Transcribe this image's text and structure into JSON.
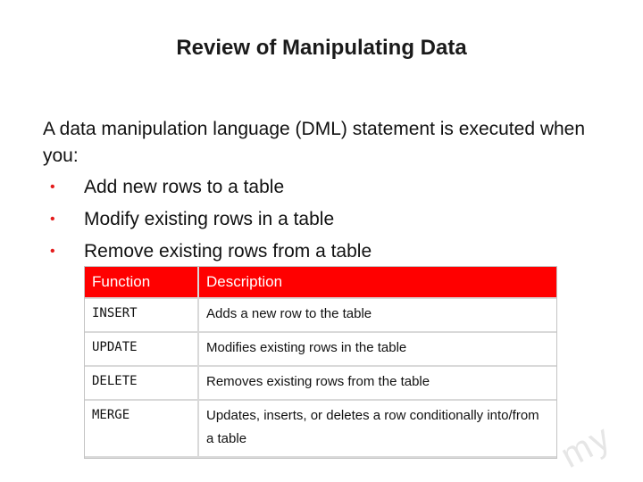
{
  "title": "Review of Manipulating Data",
  "intro": "A data manipulation language (DML) statement is executed when you:",
  "bullets": [
    "Add new rows to a table",
    "Modify existing rows in a table",
    "Remove existing rows from a table"
  ],
  "table": {
    "headers": [
      "Function",
      "Description"
    ],
    "rows": [
      {
        "function": "INSERT",
        "description": "Adds a new row to the table"
      },
      {
        "function": "UPDATE",
        "description": "Modifies existing rows in the table"
      },
      {
        "function": "DELETE",
        "description": "Removes existing rows from the table"
      },
      {
        "function": "MERGE",
        "description": "Updates, inserts, or deletes a row conditionally into/from a table"
      }
    ]
  },
  "watermark": "my",
  "colors": {
    "accent": "#ff0000",
    "bullet": "#e41b1b",
    "grid": "#d9d9d9"
  }
}
